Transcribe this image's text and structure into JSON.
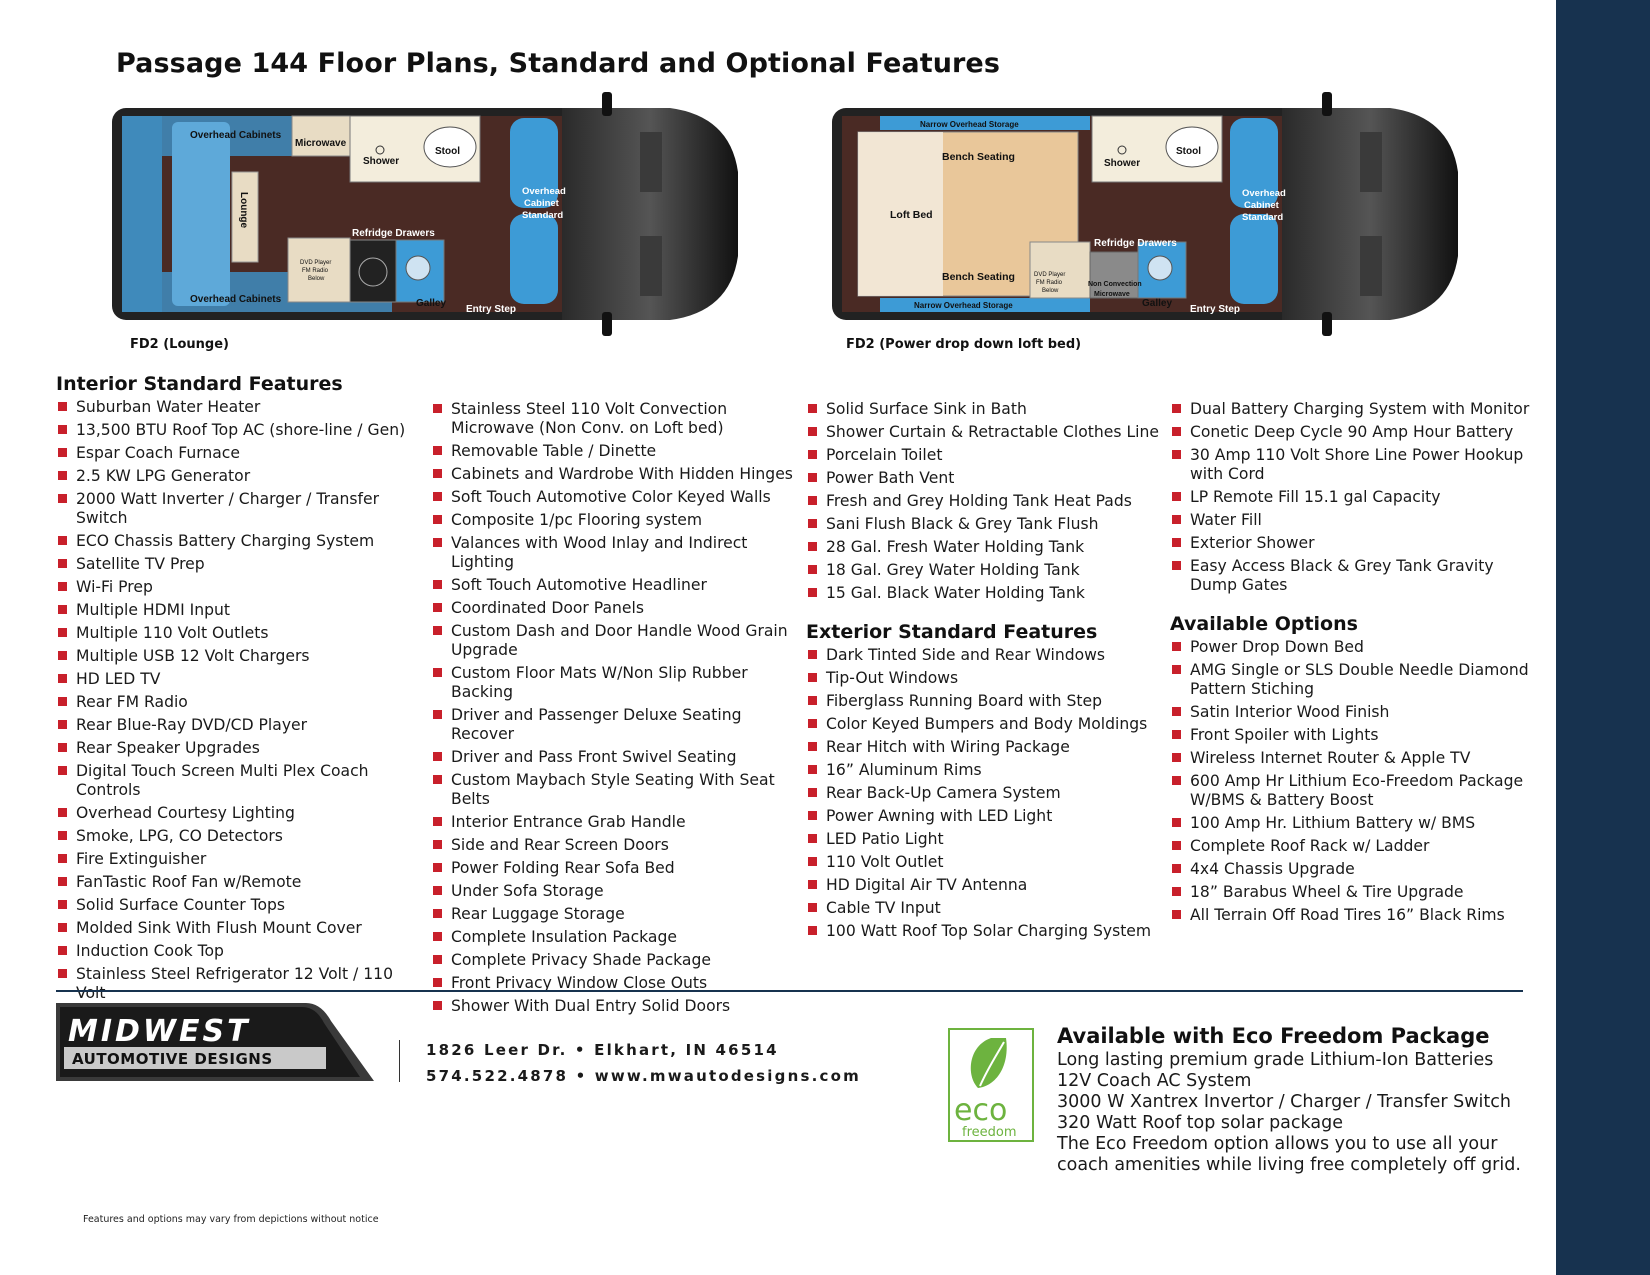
{
  "title": "Passage 144  Floor Plans, Standard and Optional Features",
  "plans": [
    {
      "caption": "FD2 (Lounge)",
      "labels": {
        "overhead_top": "Overhead Cabinets",
        "microwave": "Microwave",
        "shower": "Shower",
        "stool": "Stool",
        "lounge": "Lounge",
        "overhead_front": [
          "Overhead",
          "Cabinet",
          "Standard"
        ],
        "refridge_drawers": "Refridge  Drawers",
        "dvd": [
          "DVD Player",
          "FM Radio",
          "Below"
        ],
        "overhead_bottom": "Overhead Cabinets",
        "galley": "Galley",
        "entry_step": "Entry Step"
      }
    },
    {
      "caption": "FD2 (Power drop down loft bed)",
      "labels": {
        "narrow_top": "Narrow Overhead Storage",
        "bench_top": "Bench Seating",
        "shower": "Shower",
        "stool": "Stool",
        "loft_bed": "Loft Bed",
        "overhead_front": [
          "Overhead",
          "Cabinet",
          "Standard"
        ],
        "refridge_drawers": "Refridge  Drawers",
        "bench_bottom": "Bench Seating",
        "dvd": [
          "DVD Player",
          "FM Radio",
          "Below"
        ],
        "nonconv": [
          "Non Convection",
          "Microwave"
        ],
        "galley": "Galley",
        "narrow_bottom": "Narrow Overhead Storage",
        "entry_step": "Entry Step"
      }
    }
  ],
  "sections": {
    "interior": {
      "heading": "Interior Standard Features",
      "col1": [
        "Suburban Water Heater",
        "13,500 BTU Roof Top AC (shore-line / Gen)",
        "Espar Coach Furnace",
        "2.5 KW LPG Generator",
        "2000 Watt Inverter / Charger / Transfer Switch",
        "ECO Chassis Battery Charging System",
        "Satellite TV Prep",
        "Wi-Fi Prep",
        "Multiple HDMI Input",
        "Multiple 110 Volt Outlets",
        "Multiple USB 12 Volt Chargers",
        "HD LED TV",
        "Rear FM Radio",
        "Rear Blue-Ray DVD/CD Player",
        "Rear Speaker Upgrades",
        "Digital Touch Screen Multi Plex Coach Controls",
        "Overhead Courtesy Lighting",
        "Smoke, LPG, CO Detectors",
        "Fire Extinguisher",
        "FanTastic Roof Fan w/Remote",
        "Solid Surface Counter Tops",
        "Molded Sink With Flush Mount Cover",
        "Induction Cook Top",
        "Stainless Steel Refrigerator 12 Volt / 110 Volt"
      ],
      "col2": [
        "Stainless Steel 110 Volt  Convection Microwave (Non Conv. on Loft bed)",
        "Removable Table / Dinette",
        "Cabinets and Wardrobe With Hidden Hinges",
        "Soft Touch Automotive  Color Keyed Walls",
        "Composite 1/pc Flooring system",
        "Valances with Wood Inlay and Indirect Lighting",
        "Soft Touch Automotive  Headliner",
        "Coordinated Door Panels",
        "Custom Dash and Door Handle Wood Grain Upgrade",
        "Custom Floor Mats W/Non Slip Rubber Backing",
        "Driver and Passenger Deluxe Seating Recover",
        "Driver and Pass Front Swivel Seating",
        "Custom Maybach Style Seating With Seat Belts",
        "Interior Entrance Grab Handle",
        "Side and Rear Screen Doors",
        "Power Folding Rear Sofa Bed",
        "Under Sofa Storage",
        "Rear Luggage Storage",
        "Complete Insulation Package",
        "Complete Privacy Shade Package",
        "Front Privacy Window Close Outs",
        "Shower With Dual Entry Solid Doors"
      ],
      "col3": [
        "Solid Surface Sink in Bath",
        "Shower Curtain & Retractable Clothes Line",
        "Porcelain Toilet",
        "Power Bath Vent",
        "Fresh and Grey Holding Tank Heat Pads",
        "Sani Flush Black & Grey Tank Flush",
        "28 Gal. Fresh Water Holding Tank",
        "18 Gal. Grey Water Holding Tank",
        "15 Gal. Black Water Holding Tank"
      ],
      "col4": [
        "Dual Battery Charging System with Monitor",
        "Conetic  Deep Cycle 90 Amp Hour Battery",
        "30 Amp 110 Volt Shore Line Power Hookup with Cord",
        "LP Remote Fill 15.1 gal Capacity",
        "Water Fill",
        "Exterior Shower",
        "Easy Access Black & Grey Tank Gravity Dump Gates"
      ]
    },
    "exterior": {
      "heading": "Exterior Standard Features",
      "items": [
        "Dark Tinted Side and Rear Windows",
        "Tip-Out Windows",
        "Fiberglass Running Board with Step",
        "Color Keyed Bumpers and Body Moldings",
        "Rear Hitch with Wiring Package",
        "16” Aluminum Rims",
        "Rear Back-Up Camera System",
        "Power Awning with LED Light",
        "LED Patio Light",
        "110 Volt Outlet",
        "HD Digital Air TV Antenna",
        "Cable TV Input",
        "100 Watt Roof Top Solar Charging System"
      ]
    },
    "options": {
      "heading": "Available Options",
      "items": [
        "Power Drop Down Bed",
        "AMG Single or SLS Double Needle Diamond Pattern Stiching",
        "Satin Interior Wood Finish",
        "Front Spoiler with Lights",
        "Wireless Internet Router & Apple TV",
        "600 Amp Hr Lithium Eco-Freedom Package W/BMS & Battery Boost",
        "100 Amp Hr. Lithium Battery w/ BMS",
        "Complete Roof Rack w/ Ladder",
        "4x4 Chassis Upgrade",
        "18” Barabus Wheel & Tire Upgrade",
        "All Terrain Off Road Tires 16” Black Rims"
      ]
    }
  },
  "footer": {
    "logo_top": "MIDWEST",
    "logo_bottom": "AUTOMOTIVE DESIGNS",
    "address": "1826 Leer Dr. • Elkhart, IN 46514",
    "contact": "574.522.4878  • www.mwautodesigns.com",
    "eco_badge_word": "eco",
    "eco_badge_sub": "freedom",
    "eco_heading": "Available with Eco Freedom Package",
    "eco_lines": [
      "Long lasting premium grade Lithium-Ion Batteries",
      "12V Coach AC System",
      "3000 W  Xantrex Invertor / Charger / Transfer Switch",
      "320 Watt Roof top solar package"
    ],
    "eco_paragraph": "The Eco Freedom option allows you to use all your coach amenities while living free completely off grid.",
    "footnote": "Features and options may vary from depictions without notice"
  },
  "colors": {
    "sidebar": "#17324f",
    "bullet": "#c8202b",
    "eco_green": "#6db33f",
    "floor": "#4a2a24",
    "blue_zone": "#3d9bd6"
  }
}
